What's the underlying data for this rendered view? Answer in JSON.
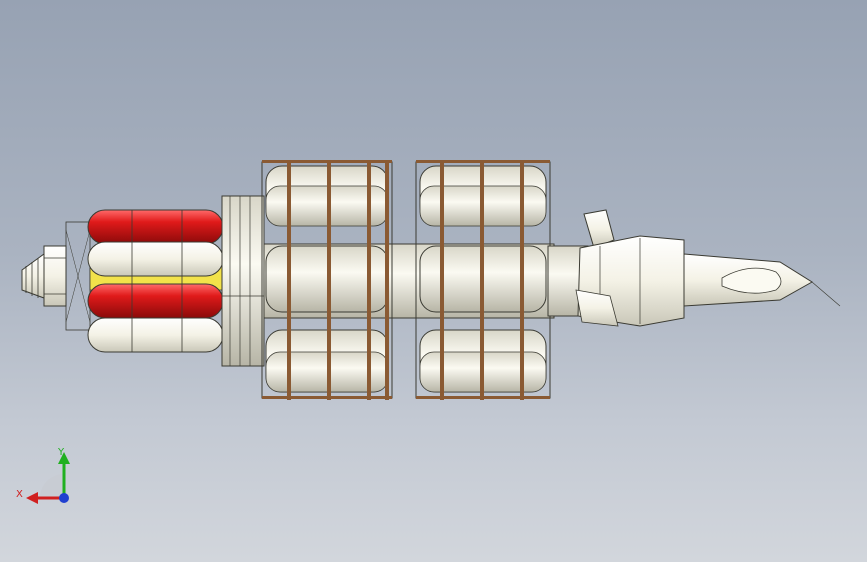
{
  "viewport": {
    "background_top": "#97a2b3",
    "background_bottom": "#d2d6dc"
  },
  "model": {
    "description_icon": "spacecraft-model",
    "colors": {
      "hull": "#f2f0e2",
      "outline": "#3a3a32",
      "fuel_tank": "#d81818",
      "ring_band": "#8a5a33",
      "accent_yellow": "#f2e24a"
    }
  },
  "triad": {
    "x_label": "X",
    "y_label": "Y",
    "colors": {
      "x": "#d02020",
      "y": "#20b020",
      "z": "#2040d0"
    }
  }
}
